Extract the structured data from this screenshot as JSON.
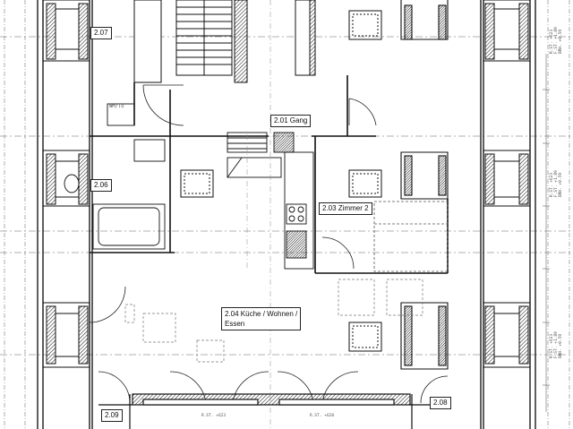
{
  "rooms": {
    "r207": "2.07",
    "r206": "2.06",
    "r209": "2.09",
    "r208": "2.08",
    "gang": "2.01 Gang",
    "zimmer2": "2.03 Zimmer 2",
    "kueche_line1": "2.04 Küche / Wohnen /",
    "kueche_line2": "Essen"
  },
  "notes": {
    "wm_tu": "WM/TU",
    "rst1": "R.ST. +623",
    "rst2": "R.ST. +620",
    "right_col1": "R.ST. +623\nF.ST. +1.89\nBRH. +0.59",
    "right_col2": "R.ST. +623\nF.ST. +1.89\nBRH. +0.59",
    "right_col3": "R.ST. +623\nF.ST. +1.89\nBRH. +0.59"
  },
  "colors": {
    "line": "#1a1a1a",
    "hatch": "#333333",
    "grey": "#8a8a8a",
    "light": "#c8c8c8"
  }
}
